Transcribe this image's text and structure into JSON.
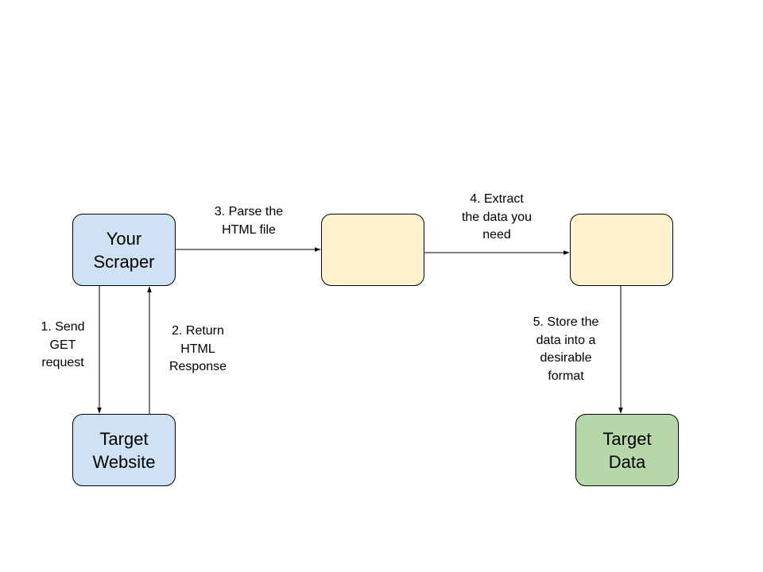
{
  "colors": {
    "blue_node": "#cfe2f3",
    "yellow_node": "#fff2cc",
    "green_node": "#b6d7a8",
    "stroke": "#000000"
  },
  "nodes": {
    "scraper": {
      "label": "Your\nScraper"
    },
    "parsed": {
      "label": ""
    },
    "extracted": {
      "label": ""
    },
    "website": {
      "label": "Target\nWebsite"
    },
    "target_data": {
      "label": "Target\nData"
    }
  },
  "edges": {
    "send_get": {
      "label": "1. Send\nGET\nrequest"
    },
    "return_html": {
      "label": "2. Return\nHTML\nResponse"
    },
    "parse_html": {
      "label": "3. Parse the\nHTML file"
    },
    "extract_data": {
      "label": "4. Extract\nthe data you\nneed"
    },
    "store_data": {
      "label": "5. Store the\ndata into a\ndesirable\nformat"
    }
  }
}
